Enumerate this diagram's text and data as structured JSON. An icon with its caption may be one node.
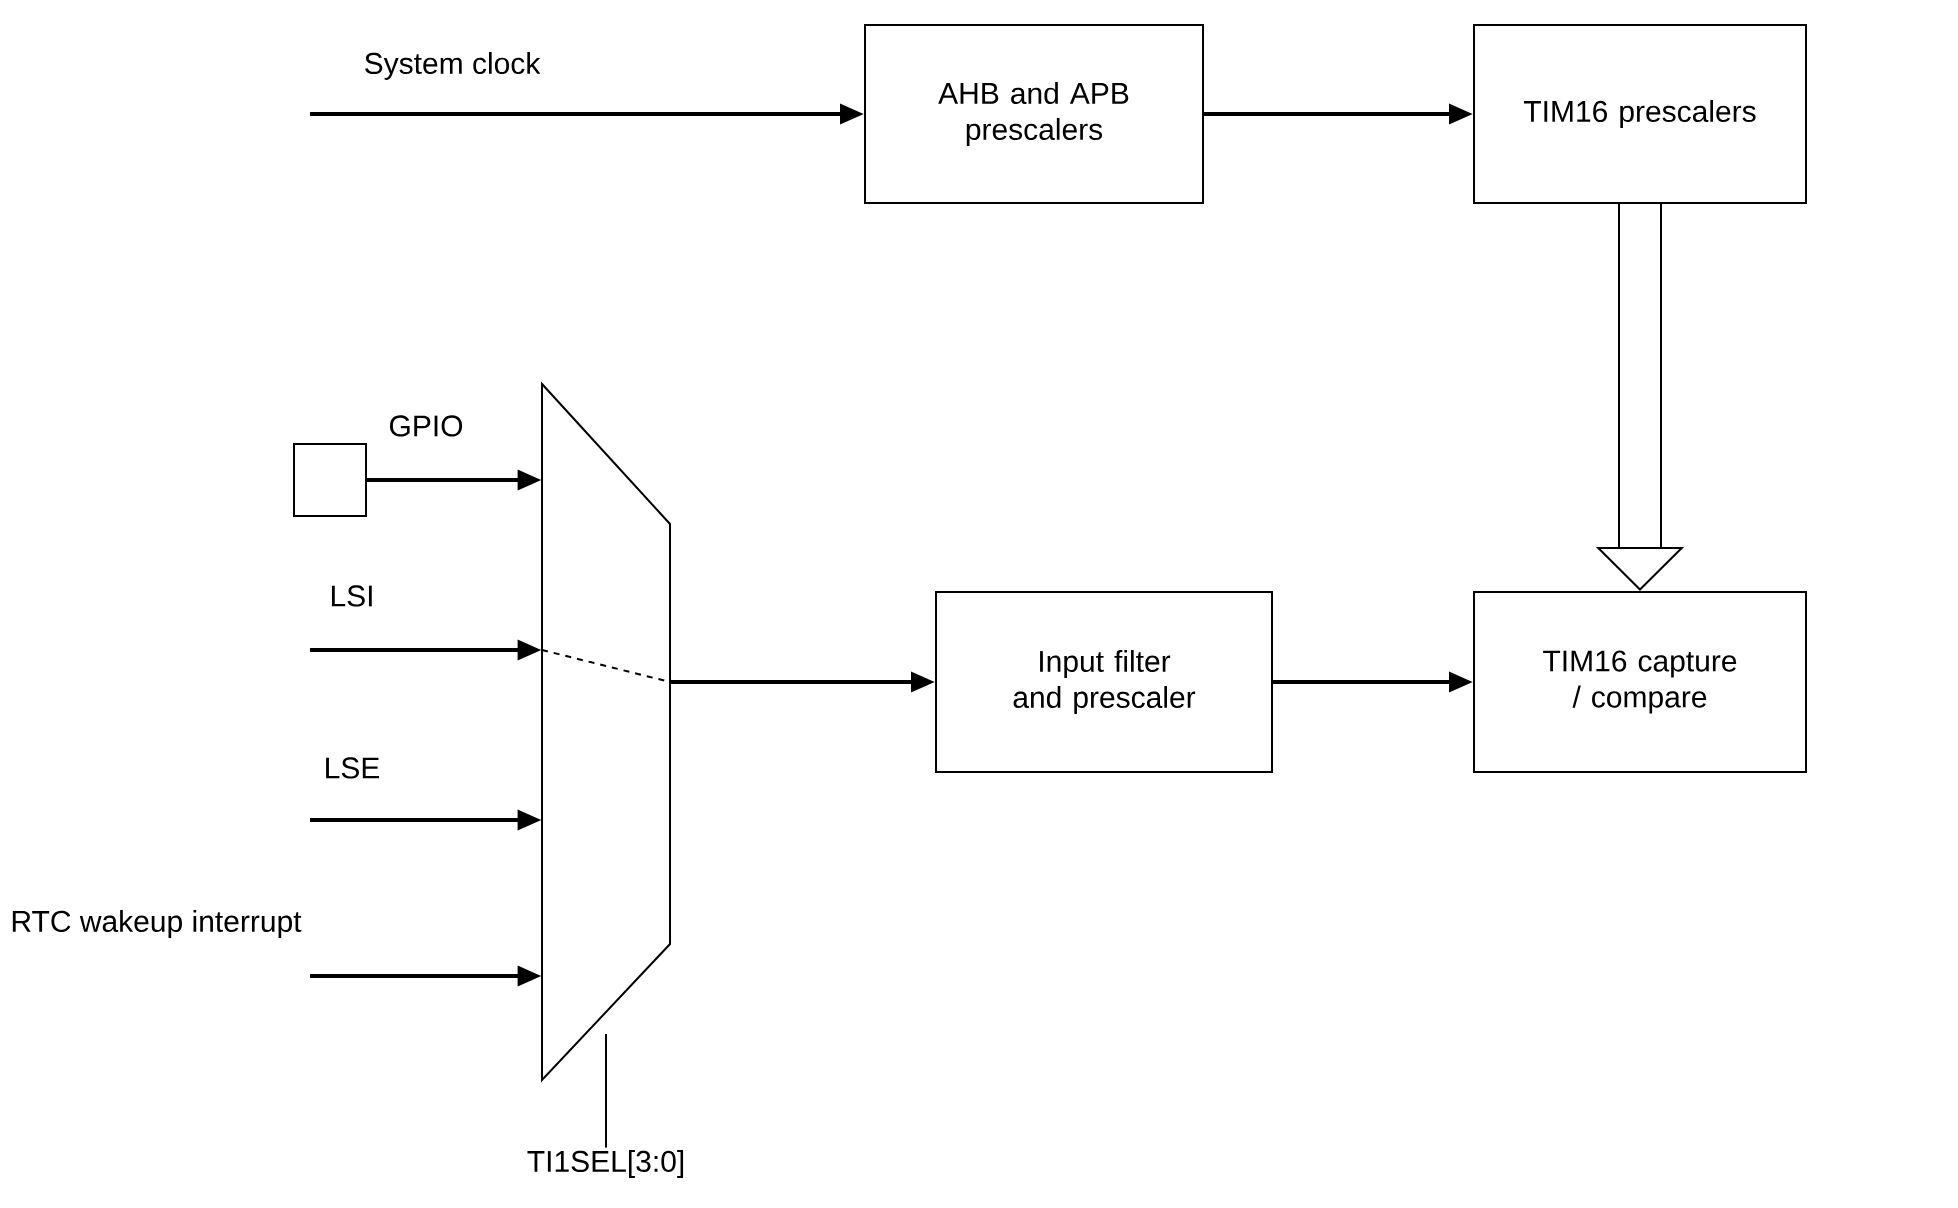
{
  "diagram": {
    "nodes": [
      {
        "text": [
          "AHB and APB prescalers"
        ]
      },
      {
        "text": [
          "TIM16 prescalers"
        ]
      },
      {
        "text": [],
        "shape": "box"
      },
      {
        "text": [],
        "shape": "trapezoid"
      },
      {
        "text": [
          "Input filter and prescaler"
        ]
      },
      {
        "text": [
          "TIM16 capture / compare"
        ]
      },
      {
        "text": [
          "TI1SEL[3:0]"
        ]
      }
    ],
    "edges": [
      {
        "from": null,
        "to": 0,
        "arrow": "to",
        "label": "System clock"
      },
      {
        "from": 0,
        "to": 1,
        "arrow": "to"
      },
      {
        "from": 1,
        "to": 5,
        "arrow": "to",
        "style": "thick"
      },
      {
        "from": 2,
        "to": 3,
        "arrow": "to",
        "label": "GPIO"
      },
      {
        "from": null,
        "to": 3,
        "arrow": "to",
        "label": "LSI"
      },
      {
        "from": null,
        "to": 3,
        "arrow": "to",
        "label": "LSE"
      },
      {
        "from": null,
        "to": 3,
        "arrow": "to",
        "label": "RTC wakeup interrupt"
      },
      {
        "from": 3,
        "to": 4,
        "arrow": "to"
      },
      {
        "from": 4,
        "to": 5,
        "arrow": "to"
      },
      {
        "from": 6,
        "to": 3,
        "arrow": "none"
      }
    ]
  }
}
